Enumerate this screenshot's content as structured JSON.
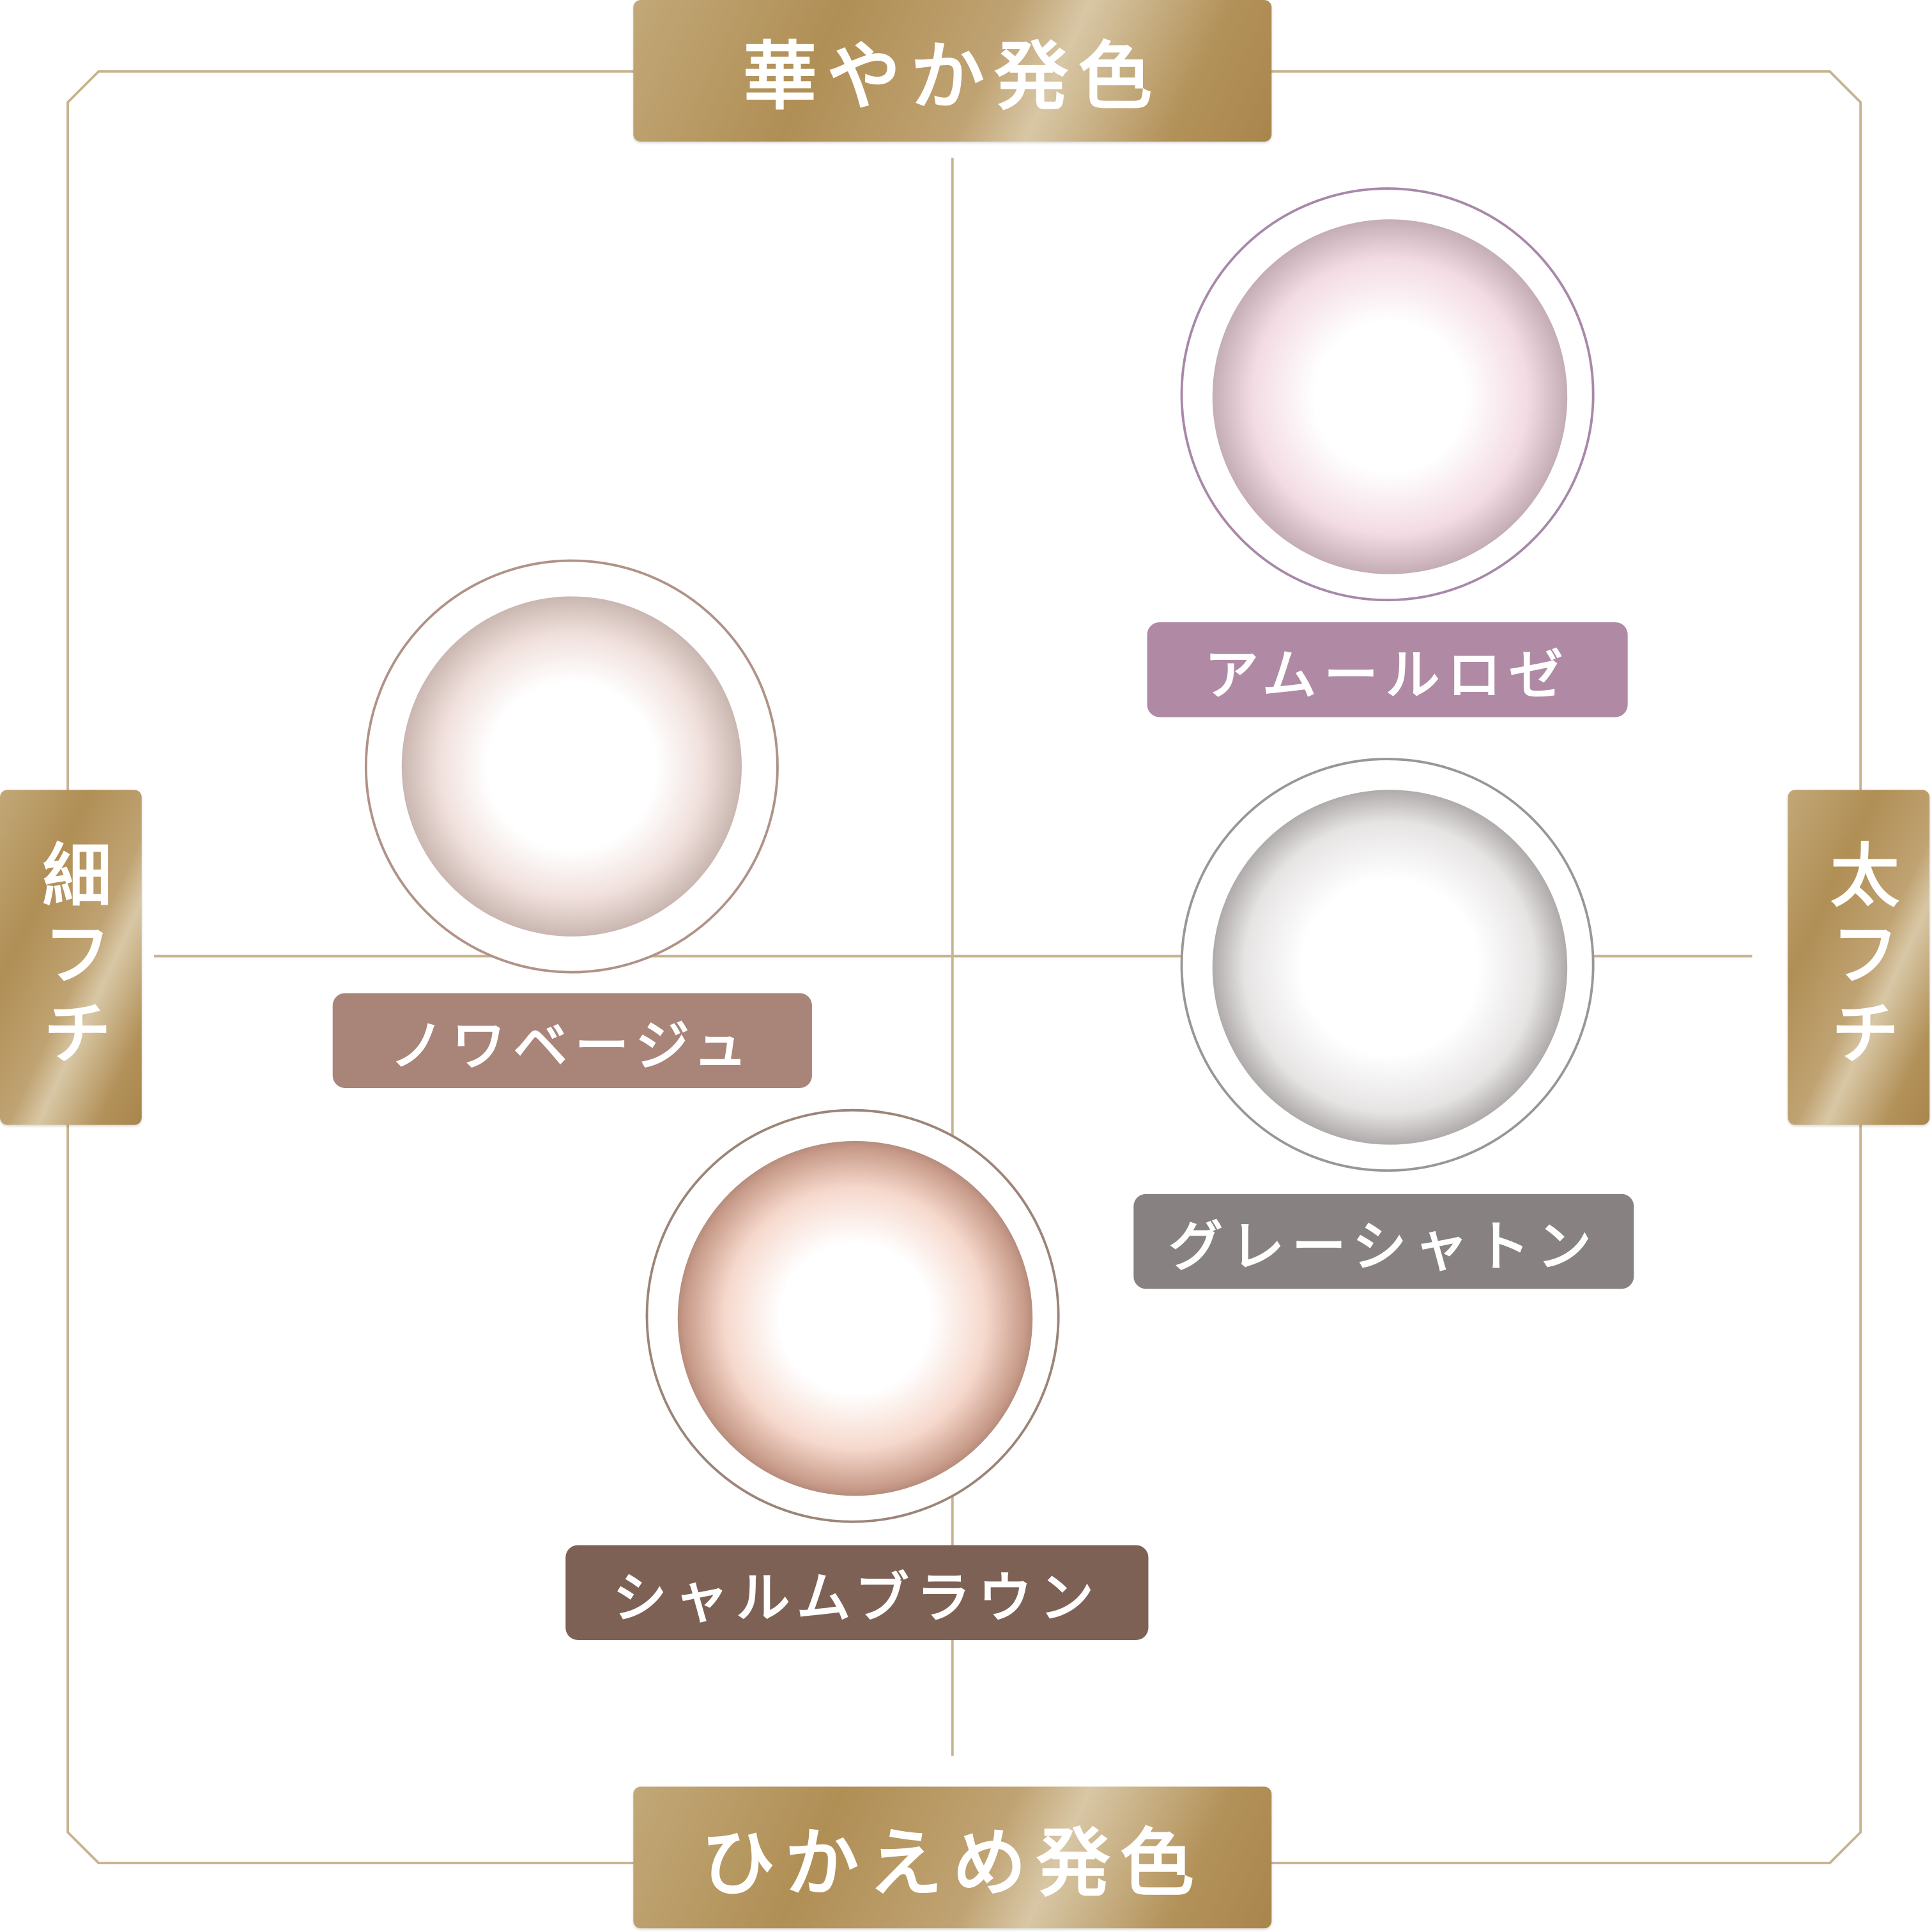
{
  "axes": {
    "top": "華やか発色",
    "bottom": "ひかえめ発色",
    "left": "細フチ",
    "right": "太フチ"
  },
  "colors": {
    "frame": "#c8b390",
    "amour_rose": "#b08aa5",
    "noir_beige": "#a98478",
    "grey_chaton": "#878281",
    "charme_brown": "#7e6155"
  },
  "products": [
    {
      "name": "アムールロゼ"
    },
    {
      "name": "ノワベージュ"
    },
    {
      "name": "グレーシャトン"
    },
    {
      "name": "シャルムブラウン"
    }
  ]
}
